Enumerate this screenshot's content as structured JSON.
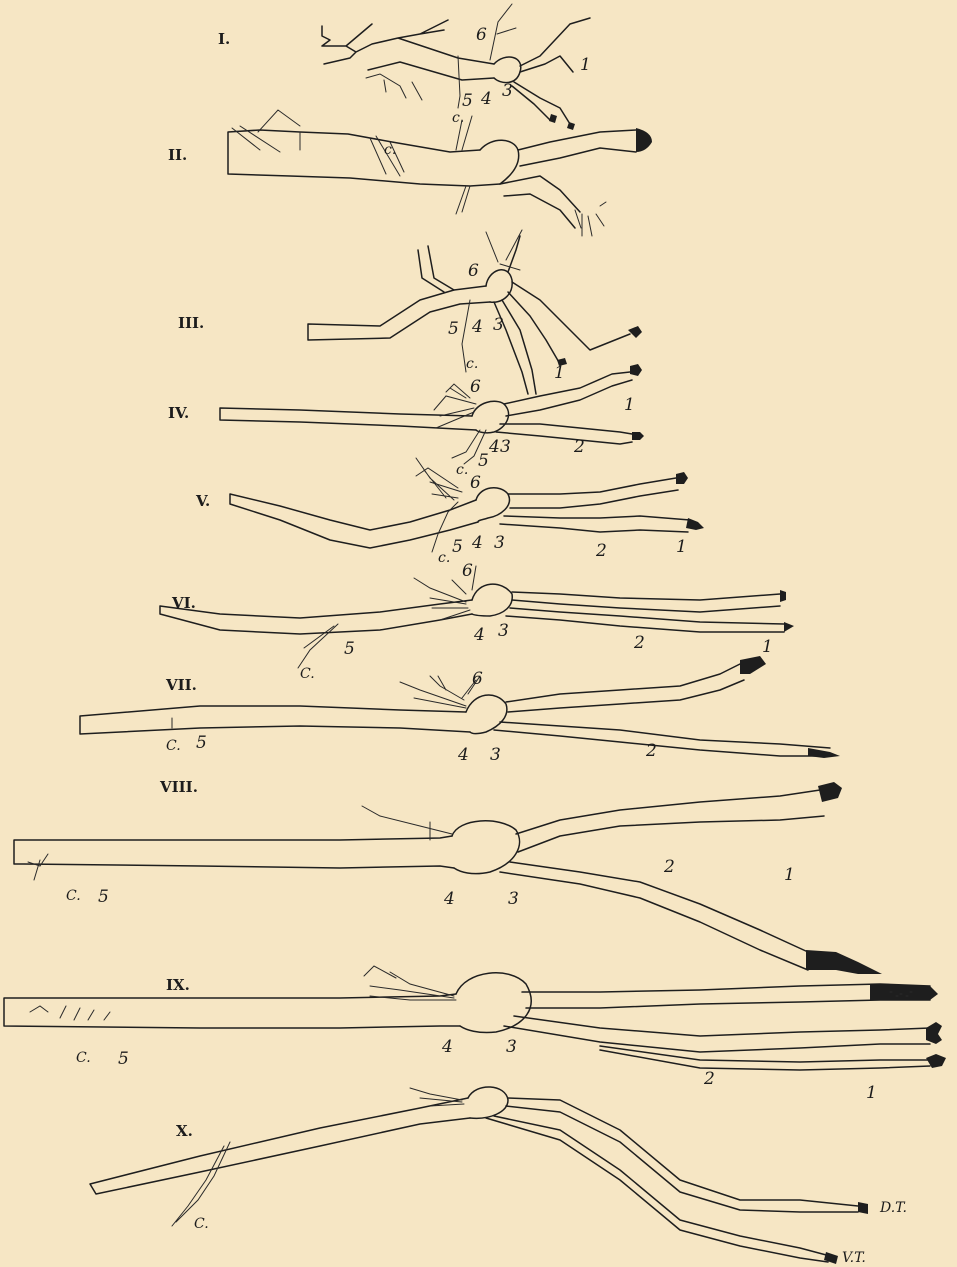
{
  "plate": {
    "background": "#f6e6c4",
    "ink": "#1e1e1e",
    "figures": [
      {
        "id": "I",
        "label": "I.",
        "marks": [
          "6",
          "5",
          "4",
          "3",
          "1",
          "c."
        ]
      },
      {
        "id": "II",
        "label": "II.",
        "marks": [
          "c."
        ]
      },
      {
        "id": "III",
        "label": "III.",
        "marks": [
          "6",
          "5",
          "4",
          "3",
          "1",
          "c."
        ]
      },
      {
        "id": "IV",
        "label": "IV.",
        "marks": [
          "6",
          "5",
          "4",
          "3",
          "2",
          "1",
          "c."
        ]
      },
      {
        "id": "V",
        "label": "V.",
        "marks": [
          "6",
          "5",
          "4",
          "3",
          "2",
          "1",
          "c."
        ]
      },
      {
        "id": "VI",
        "label": "VI.",
        "marks": [
          "6",
          "5",
          "4",
          "3",
          "2",
          "1",
          "C."
        ]
      },
      {
        "id": "VII",
        "label": "VII.",
        "marks": [
          "6",
          "5",
          "4",
          "3",
          "2",
          "C."
        ]
      },
      {
        "id": "VIII",
        "label": "VIII.",
        "marks": [
          "5",
          "4",
          "3",
          "2",
          "1",
          "C."
        ]
      },
      {
        "id": "IX",
        "label": "IX.",
        "marks": [
          "5",
          "4",
          "3",
          "2",
          "1",
          "C."
        ]
      },
      {
        "id": "X",
        "label": "X.",
        "marks": [
          "C.",
          "D.T.",
          "V.T."
        ]
      }
    ]
  }
}
